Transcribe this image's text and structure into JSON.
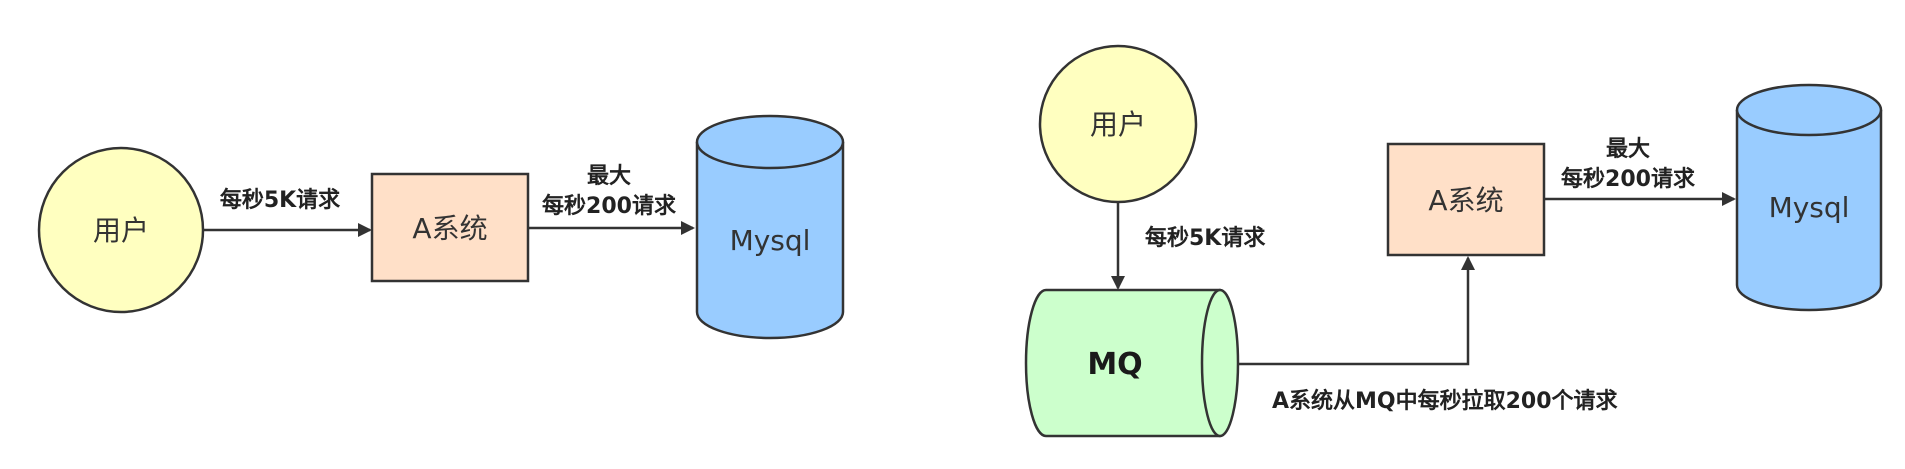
{
  "left": {
    "user": "用户",
    "system": "A系统",
    "db": "Mysql",
    "edge_user_to_system": "每秒5K请求",
    "edge_system_to_db_line1": "最大",
    "edge_system_to_db_line2": "每秒200请求"
  },
  "right": {
    "user": "用户",
    "mq": "MQ",
    "system": "A系统",
    "db": "Mysql",
    "edge_user_to_mq": "每秒5K请求",
    "edge_mq_to_system": "A系统从MQ中每秒拉取200个请求",
    "edge_system_to_db_line1": "最大",
    "edge_system_to_db_line2": "每秒200请求"
  },
  "colors": {
    "user_fill": "#ffffc0",
    "system_fill": "#ffe0c8",
    "db_fill": "#99ccff",
    "mq_fill": "#ccffcc",
    "stroke": "#333333"
  }
}
